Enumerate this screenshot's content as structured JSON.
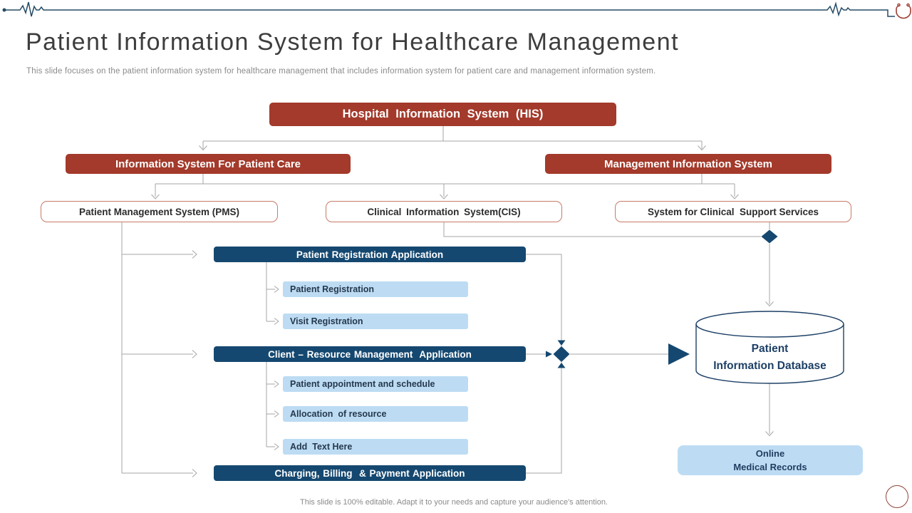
{
  "header": {
    "title": "Patient Information System for Healthcare Management",
    "subtitle": "This slide focuses on the patient information system for healthcare management that includes information system for patient care and management information system."
  },
  "footer": {
    "note": "This slide is 100% editable. Adapt it to your needs and capture your audience's attention."
  },
  "diagram": {
    "his": "Hospital Information System (HIS)",
    "branches": [
      {
        "label": "Information System For Patient Care"
      },
      {
        "label": "Management Information System"
      }
    ],
    "systems": [
      {
        "label": "Patient Management System (PMS)"
      },
      {
        "label": "Clinical Information System(CIS)"
      },
      {
        "label": "System for Clinical  Support Services"
      }
    ],
    "applications": [
      {
        "label": "Patient Registration Application",
        "items": [
          "Patient Registration",
          "Visit Registration"
        ]
      },
      {
        "label": "Client – Resource Management  Application",
        "items": [
          "Patient appointment and schedule",
          "Allocation  of resource",
          "Add  Text Here"
        ]
      },
      {
        "label": "Charging, Billing  & Payment Application",
        "items": []
      }
    ],
    "database": {
      "line1": "Patient",
      "line2": "Information Database"
    },
    "online_records": {
      "line1": "Online",
      "line2": "Medical Records"
    }
  },
  "colors": {
    "accent_red": "#a33a2b",
    "outline_red": "#c67b66",
    "navy": "#154870",
    "database_navy": "#1d4066",
    "light_blue": "#bddcf3",
    "connector_gray": "#a6a6a6",
    "heartbeat_navy": "#254b66",
    "icon_red": "#9e3b33"
  }
}
